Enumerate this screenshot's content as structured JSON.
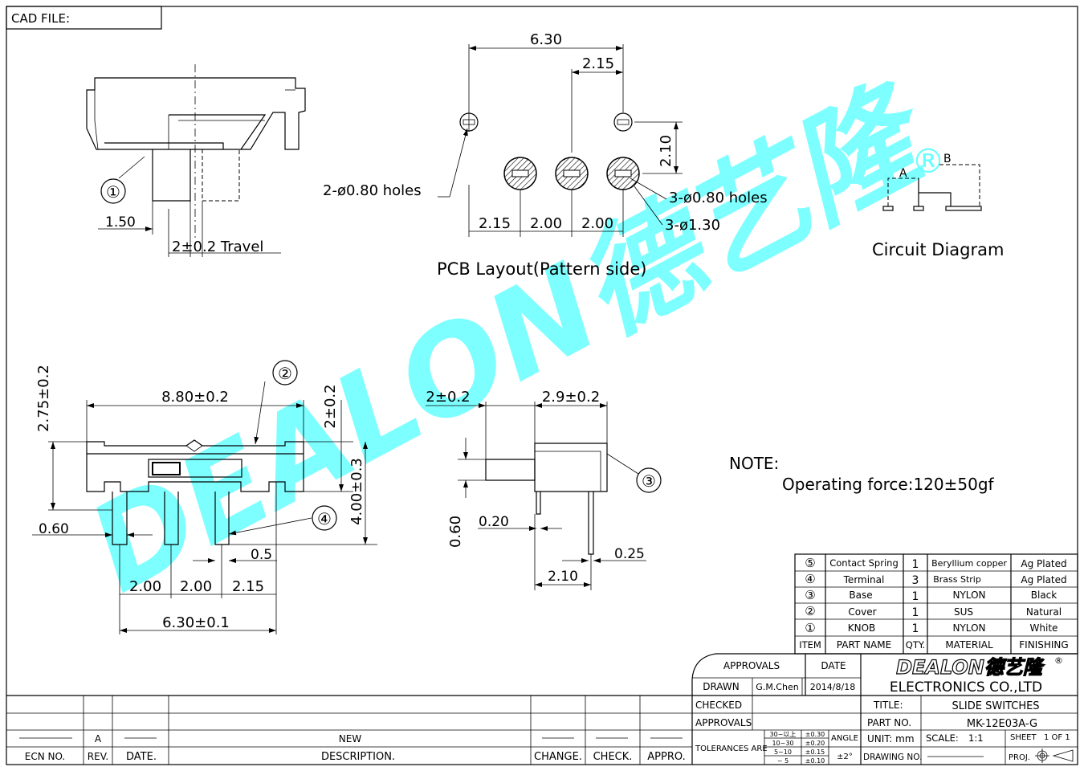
{
  "cad_file_label": "CAD FILE:",
  "side_view": {
    "item_marker": "①",
    "dim_left": "1.50",
    "dim_travel": "2±0.2 Travel"
  },
  "pcb_layout": {
    "title": "PCB Layout(Pattern side)",
    "dim_total": "6.30",
    "dim_offset": "2.15",
    "dim_height": "2.10",
    "dim_bottom": [
      "2.15",
      "2.00",
      "2.00"
    ],
    "label_small_holes": "2-ø0.80 holes",
    "label_terminal_holes": "3-ø0.80 holes",
    "label_pads": "3-ø1.30"
  },
  "circuit": {
    "title": "Circuit Diagram",
    "pin_a": "A",
    "pin_b": "B"
  },
  "front_view": {
    "dim_width": "8.80±0.2",
    "dim_height_left": "2.75±0.2",
    "dim_height_top": "2±0.2",
    "dim_height_total": "4.00±0.3",
    "dim_pin": "0.60",
    "dim_pin_gap": "0.5",
    "dim_pitch": [
      "2.00",
      "2.00",
      "2.15"
    ],
    "dim_span": "6.30±0.1",
    "marker_cover": "②",
    "marker_terminal": "④"
  },
  "end_view": {
    "dim_knob": "2±0.2",
    "dim_body": "2.9±0.2",
    "dim_knob_h": "0.60",
    "dim_t1": "0.20",
    "dim_t2": "0.25",
    "dim_t3": "2.10",
    "marker_base": "③"
  },
  "note": {
    "title": "NOTE:",
    "text": "Operating force:120±50gf"
  },
  "watermark": {
    "text": "DEALON德艺隆",
    "mark": "®",
    "color": "#66ffff"
  },
  "bom": {
    "rows": [
      {
        "item": "⑤",
        "name": "Contact Spring",
        "qty": "1",
        "material": "Beryllium copper",
        "finish": "Ag Plated"
      },
      {
        "item": "④",
        "name": "Terminal",
        "qty": "3",
        "material": "Brass Strip",
        "finish": "Ag Plated"
      },
      {
        "item": "③",
        "name": "Base",
        "qty": "1",
        "material": "NYLON",
        "finish": "Black"
      },
      {
        "item": "②",
        "name": "Cover",
        "qty": "1",
        "material": "SUS",
        "finish": "Natural"
      },
      {
        "item": "①",
        "name": "KNOB",
        "qty": "1",
        "material": "NYLON",
        "finish": "White"
      }
    ],
    "header": {
      "item": "ITEM",
      "name": "PART NAME",
      "qty": "QTY.",
      "material": "MATERIAL",
      "finish": "FINISHING"
    }
  },
  "title_block": {
    "approvals": "APPROVALS",
    "date": "DATE",
    "drawn": "DRAWN",
    "drawn_by": "G.M.Chen",
    "drawn_date": "2014/8/18",
    "checked": "CHECKED",
    "approvals2": "APPROVALS",
    "tolerances": "TOLERANCES ARE",
    "tol_ranges": [
      "30~以上",
      "10~30",
      "5~10",
      "~ 5"
    ],
    "tol_values": [
      "±0.30",
      "±0.20",
      "±0.15",
      "±0.10"
    ],
    "angle": "ANGLE",
    "angle_value": "±2°",
    "company_logo": "DEALON德艺隆",
    "company_mark": "®",
    "company": "ELECTRONICS CO.,LTD",
    "title_label": "TITLE:",
    "title_value": "SLIDE SWITCHES",
    "part_no_label": "PART NO.",
    "part_no_value": "MK-12E03A-G",
    "unit": "UNIT: mm",
    "scale_label": "SCALE:",
    "scale_value": "1:1",
    "sheet": "SHEET",
    "sheet_value": "1 OF 1",
    "drawing_no": "DRAWING NO.",
    "proj": "PROJ."
  },
  "revision": {
    "rev_value": "A",
    "desc_value": "NEW",
    "headers": [
      "ECN NO.",
      "REV.",
      "DATE.",
      "DESCRIPTION.",
      "CHANGE.",
      "CHECK.",
      "APPRO."
    ]
  }
}
